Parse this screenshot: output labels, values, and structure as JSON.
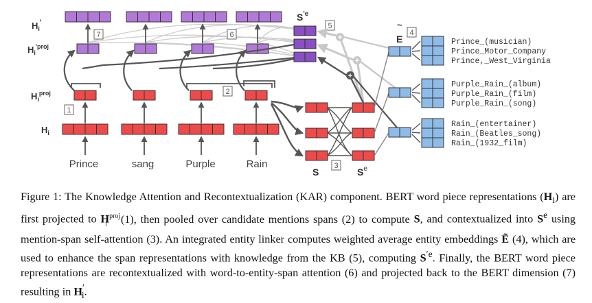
{
  "figure": {
    "words": [
      "Prince",
      "sang",
      "Purple",
      "Rain"
    ],
    "labels": {
      "H": "H",
      "H_sub": "i",
      "Hproj": "H",
      "Hproj_sub": "i",
      "Hproj_sup": "proj",
      "Hpproj": "H",
      "Hpproj_sub": "i",
      "Hpproj_sup": "'proj",
      "Hprime": "H",
      "Hprime_sub": "i",
      "Hprime_sup": "'",
      "S": "S",
      "Se": "S",
      "Se_sup": "e",
      "Spe": "S",
      "Spe_sup": "'e",
      "E": "E",
      "E_tilde": "~"
    },
    "steps": [
      "1",
      "2",
      "3",
      "4",
      "5",
      "6",
      "7"
    ],
    "entities": [
      [
        "Prince_(musician)",
        "Prince_Motor_Company",
        "Prince,_West_Virginia"
      ],
      [
        "Purple_Rain_(album)",
        "Purple_Rain_(film)",
        "Purple_Rain_(song)"
      ],
      [
        "Rain_(entertainer)",
        "Rain_(Beatles_song)",
        "Rain_(1932_film)"
      ]
    ],
    "plus_symbol": "+",
    "colors": {
      "red": "#ef4a4a",
      "purple": "#b27ad8",
      "purple_dark": "#8a4fc4",
      "blue": "#8fbbe8",
      "arrow_dark": "#555555",
      "arrow_light": "#c8c8c8"
    }
  },
  "caption": {
    "c1": "Figure 1: The Knowledge Attention and Recontextualization (KAR) component. BERT word piece representations (",
    "c2": "H",
    "c3": "i",
    "c4": ") are first projected to ",
    "c5": "H",
    "c6": "proj",
    "c7": "i",
    "c8": " (1), then pooled over candidate mentions spans (2) to compute ",
    "c9": "S",
    "c10": ", and contextualized into ",
    "c11": "S",
    "c12": "e",
    "c13": " using mention-span self-attention (3). An integrated entity linker computes weighted average entity embeddings ",
    "c14": "Ẽ",
    "c15": " (4), which are used to enhance the span representations with knowledge from the KB (5), computing ",
    "c16": "S",
    "c17": "′e",
    "c18": ". Finally, the BERT word piece representations are recontextualized with word-to-entity-span attention (6) and projected back to the BERT dimension (7) resulting in ",
    "c19": "H",
    "c20": "′",
    "c21": "i",
    "c22": "."
  }
}
